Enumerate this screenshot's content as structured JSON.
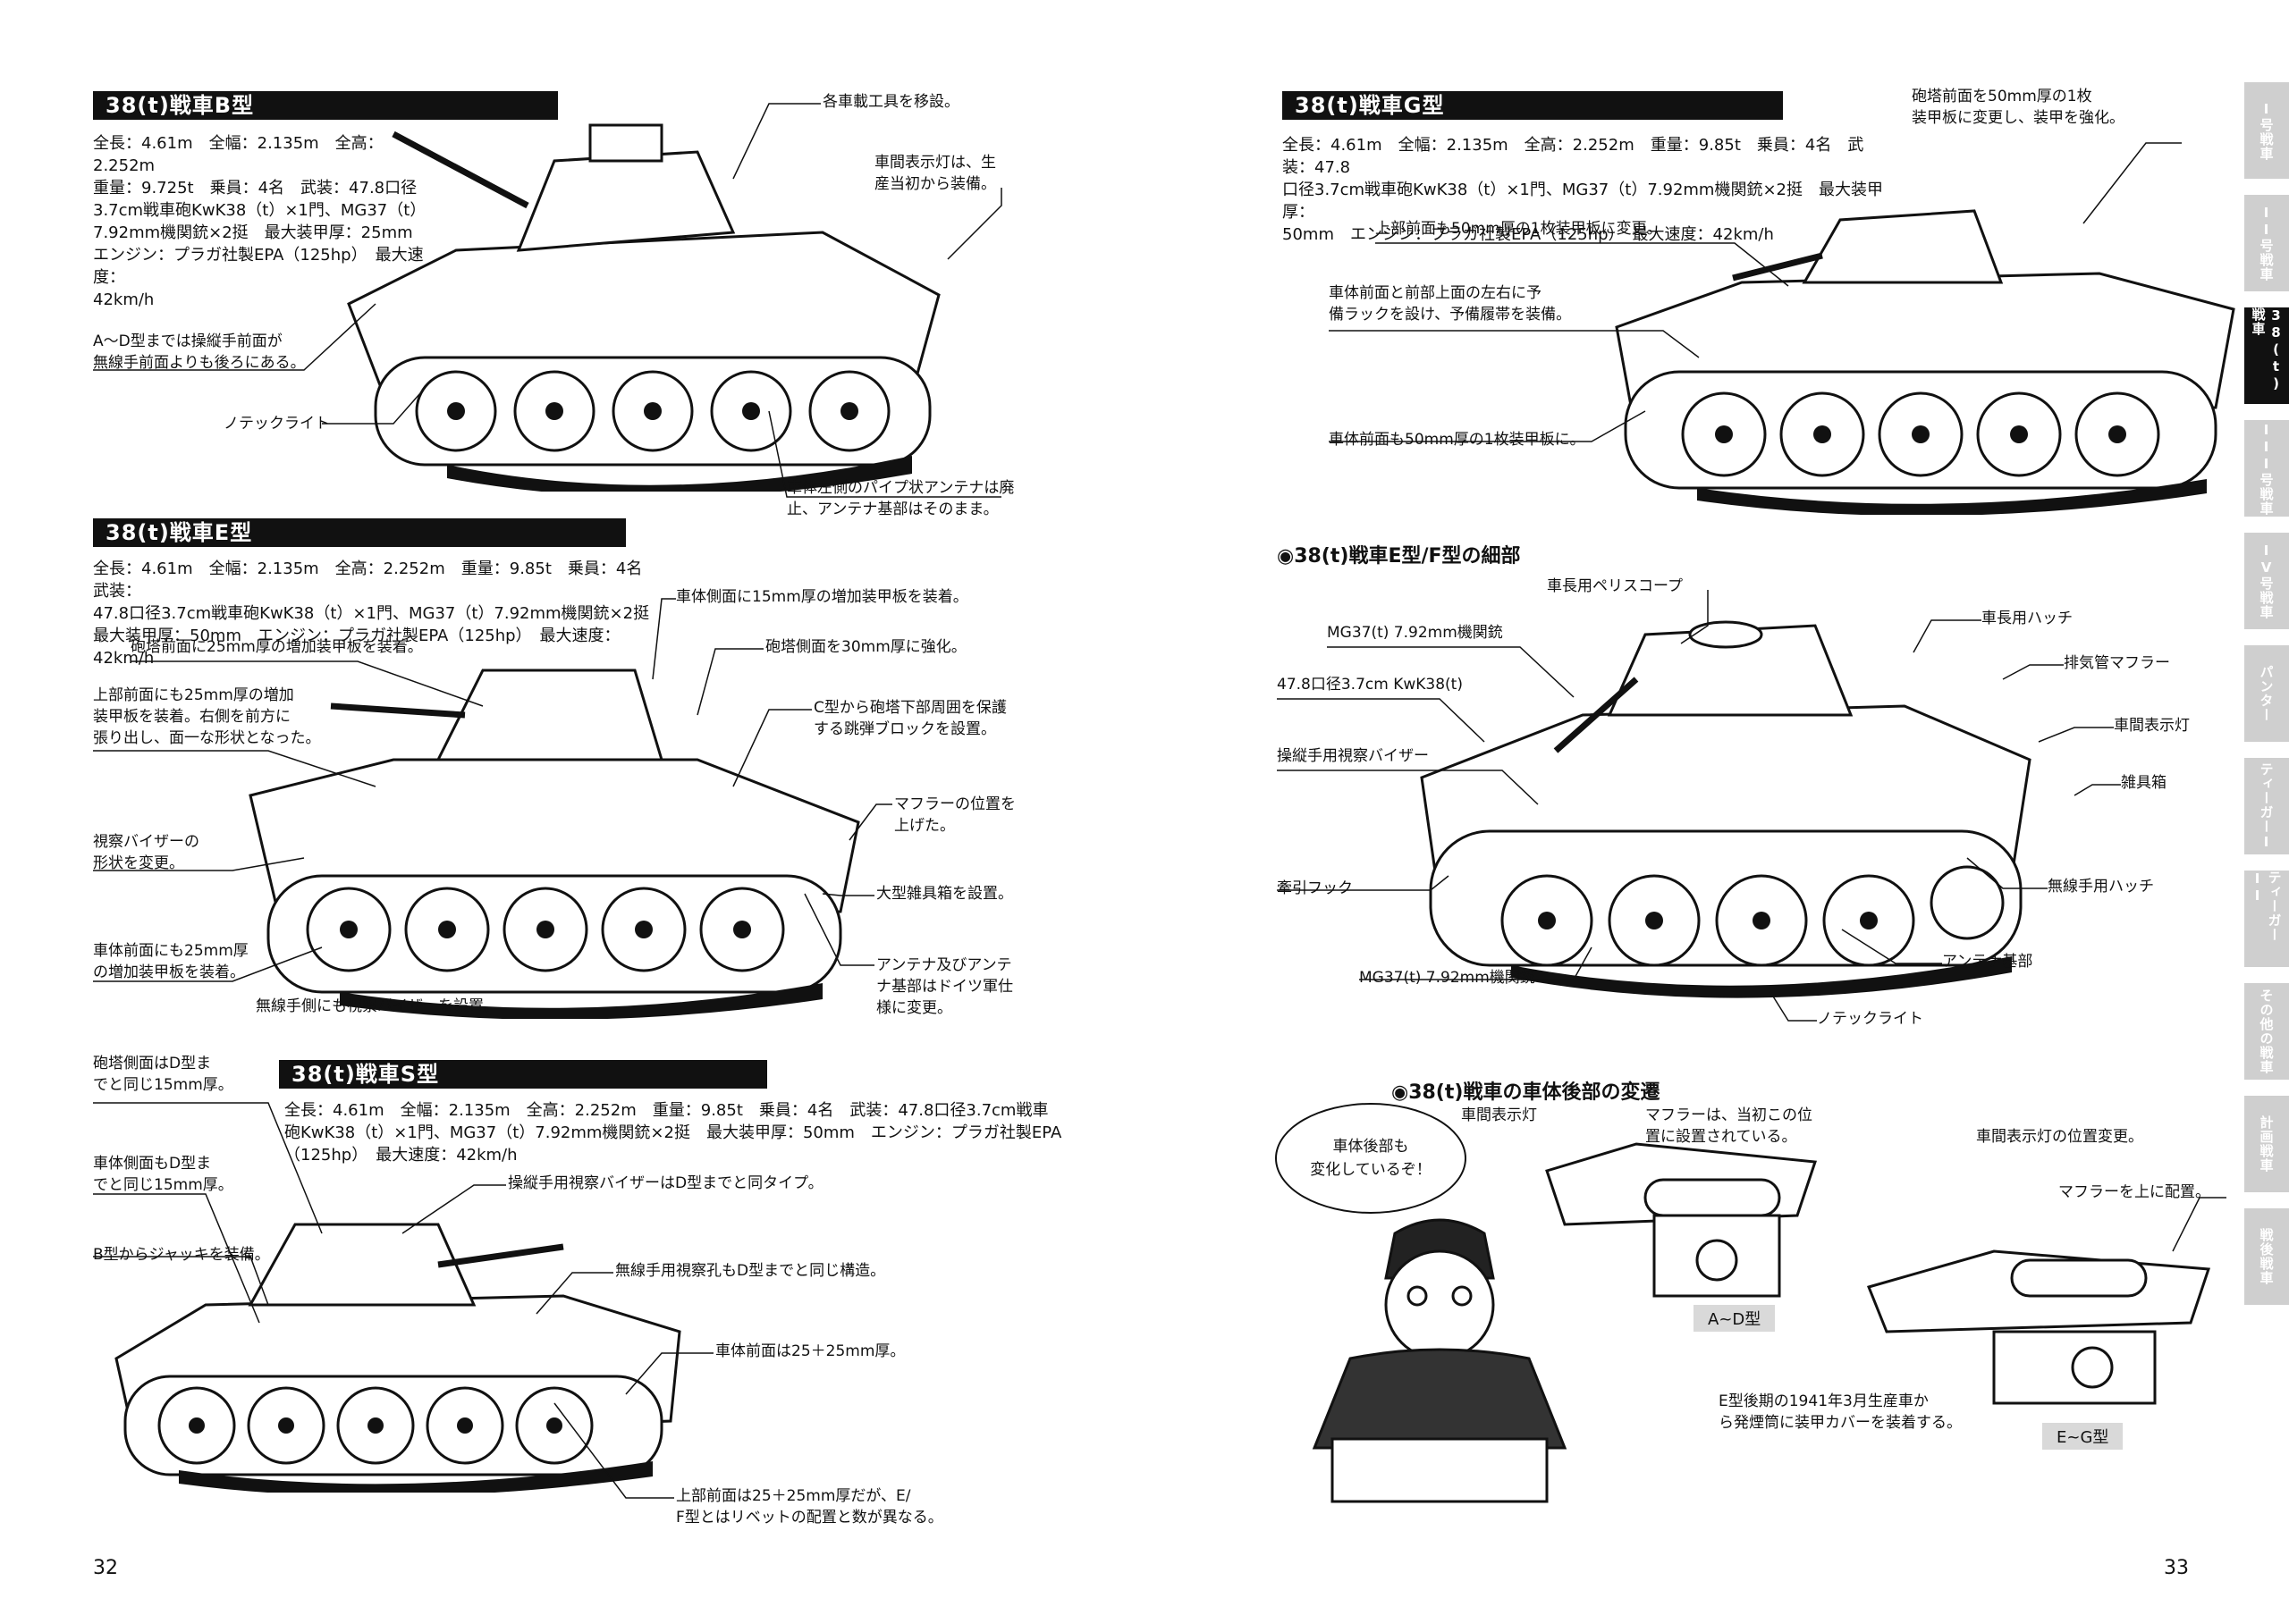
{
  "left": {
    "page_number": "32",
    "tankB": {
      "title": "38(t)戦車B型",
      "spec": [
        "全長：4.61m　全幅：2.135m　全高：2.252m",
        "重量：9.725t　乗員：4名　武装：47.8口径",
        "3.7cm戦車砲KwK38（t）×1門、MG37（t）",
        "7.92mm機関銃×2挺　最大装甲厚：25mm",
        "エンジン：プラガ社製EPA（125hp）　最大速度：",
        "42km/h"
      ],
      "callouts": {
        "tools": [
          "各車載工具を移設。"
        ],
        "lamp": [
          "車間表示灯は、生",
          "産当初から装備。"
        ],
        "handhold": [
          "A～D型までは操縦手前面が",
          "無線手前面よりも後ろにある。"
        ],
        "notek": [
          "ノテックライト"
        ],
        "antenna": [
          "車体左側のパイプ状アンテナは廃",
          "止、アンテナ基部はそのまま。"
        ]
      }
    },
    "tankE": {
      "title": "38(t)戦車E型",
      "spec": [
        "全長：4.61m　全幅：2.135m　全高：2.252m　重量：9.85t　乗員：4名　武装：",
        "47.8口径3.7cm戦車砲KwK38（t）×1門、MG37（t）7.92mm機関銃×2挺",
        "最大装甲厚：50mm　エンジン：プラガ社製EPA（125hp）　最大速度：42km/h"
      ],
      "callouts": {
        "side_armor": [
          "車体側面に15mm厚の増加装甲板を装着。"
        ],
        "turret_front": [
          "砲塔前面に25mm厚の増加装甲板を装着。"
        ],
        "turret_side": [
          "砲塔側面を30mm厚に強化。"
        ],
        "upper_front": [
          "上部前面にも25mm厚の増加",
          "装甲板を装着。右側を前方に",
          "張り出し、面一な形状となった。"
        ],
        "splash": [
          "C型から砲塔下部周囲を保護",
          "する跳弾ブロックを設置。"
        ],
        "muffler": [
          "マフラーの位置を",
          "上げた。"
        ],
        "visor": [
          "視察バイザーの",
          "形状を変更。"
        ],
        "toolbox": [
          "大型雑具箱を設置。"
        ],
        "hull_front": [
          "車体前面にも25mm厚",
          "の増加装甲板を装着。"
        ],
        "antenna": [
          "アンテナ及びアンテ",
          "ナ基部はドイツ軍仕",
          "様に変更。"
        ],
        "radio_visor": [
          "無線手側にも視察バイザーを設置。"
        ]
      }
    },
    "tankS": {
      "title": "38(t)戦車S型",
      "spec": [
        "全長：4.61m　全幅：2.135m　全高：2.252m　重量：9.85t　乗員：4名　武装：47.8口径3.7cm戦車",
        "砲KwK38（t）×1門、MG37（t）7.92mm機関銃×2挺　最大装甲厚：50mm　エンジン：プラガ社製EPA",
        "（125hp）　最大速度：42km/h"
      ],
      "callouts": {
        "turret_side": [
          "砲塔側面はD型ま",
          "でと同じ15mm厚。"
        ],
        "hull_side": [
          "車体側面もD型ま",
          "でと同じ15mm厚。"
        ],
        "driver_visor": [
          "操縦手用視察バイザーはD型までと同タイプ。"
        ],
        "jack": [
          "B型からジャッキを装備。"
        ],
        "radio_port": [
          "無線手用視察孔もD型までと同じ構造。"
        ],
        "hull_front": [
          "車体前面は25＋25mm厚。"
        ],
        "upper_front": [
          "上部前面は25＋25mm厚だが、E/",
          "F型とはリベットの配置と数が異なる。"
        ]
      }
    }
  },
  "right": {
    "page_number": "33",
    "tankG": {
      "title": "38(t)戦車G型",
      "spec": [
        "全長：4.61m　全幅：2.135m　全高：2.252m　重量：9.85t　乗員：4名　武装：47.8",
        "口径3.7cm戦車砲KwK38（t）×1門、MG37（t）7.92mm機関銃×2挺　最大装甲厚：",
        "50mm　エンジン：プラガ社製EPA（125hp）　最大速度：42km/h"
      ],
      "callouts": {
        "turret_front": [
          "砲塔前面を50mm厚の1枚",
          "装甲板に変更し、装甲を強化。"
        ],
        "upper_front": [
          "上部前面も50mm厚の1枚装甲板に変更。"
        ],
        "spare_track": [
          "車体前面と前部上面の左右に予",
          "備ラックを設け、予備履帯を装備。"
        ],
        "hull_front": [
          "車体前面も50mm厚の1枚装甲板に。"
        ]
      }
    },
    "detail": {
      "heading": "◉38(t)戦車E型/F型の細部",
      "labels": {
        "periscope": "車長用ペリスコープ",
        "hatch": "車長用ハッチ",
        "mg_top": "MG37(t) 7.92mm機関銃",
        "gun": "47.8口径3.7cm KwK38(t)",
        "exhaust": "排気管マフラー",
        "lamp": "車間表示灯",
        "driver_visor": "操縦手用視察バイザー",
        "toolbox": "雑具箱",
        "tow": "牽引フック",
        "radio_hatch": "無線手用ハッチ",
        "antenna_base": "アンテナ基部",
        "mg_bottom": "MG37(t) 7.92mm機関銃",
        "notek": "ノテックライト"
      }
    },
    "rear": {
      "heading": "◉38(t)戦車の車体後部の変遷",
      "bubble": [
        "車体後部も",
        "変化しているぞ！"
      ],
      "labels": {
        "lamp": "車間表示灯",
        "muffler": [
          "マフラーは、当初この位",
          "置に設置されている。"
        ],
        "lamp_move": "車間表示灯の位置変更。",
        "muffler_up": "マフラーを上に配置。",
        "late_e": [
          "E型後期の1941年3月生産車か",
          "ら発煙筒に装甲カバーを装着する。"
        ],
        "box_ad": "A~D型",
        "box_eg": "E~G型"
      }
    },
    "tabs": [
      {
        "label": "I号戦車",
        "active": false
      },
      {
        "label": "II号戦車",
        "active": false
      },
      {
        "label": "38(t)戦車",
        "active": true
      },
      {
        "label": "III号戦車",
        "active": false
      },
      {
        "label": "IV号戦車",
        "active": false
      },
      {
        "label": "パンター",
        "active": false
      },
      {
        "label": "ティーガーI",
        "active": false
      },
      {
        "label": "ティーガーII",
        "active": false
      },
      {
        "label": "その他の戦車",
        "active": false
      },
      {
        "label": "計画戦車",
        "active": false
      },
      {
        "label": "戦後戦車",
        "active": false
      }
    ]
  }
}
